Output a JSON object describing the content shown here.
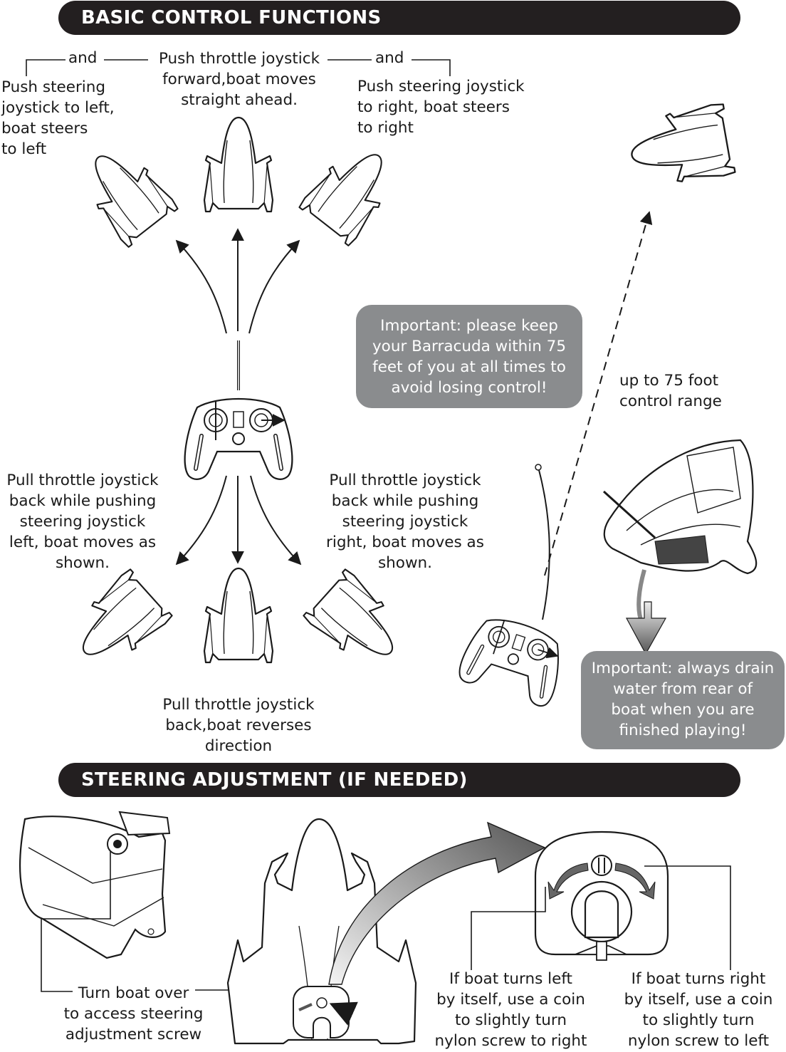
{
  "section1": {
    "title": "BASIC CONTROL FUNCTIONS",
    "and_left": "and",
    "and_right": "and",
    "forward": "Push throttle joystick\nforward,boat moves\nstraight ahead.",
    "steer_left": "Push steering\njoystick to left,\nboat steers\nto left",
    "steer_right": "Push steering joystick\nto right, boat steers\nto right",
    "back_left": "Pull throttle joystick\nback while pushing\nsteering joystick\nleft, boat moves as\nshown.",
    "back_right": "Pull throttle joystick\nback while pushing\nsteering joystick\nright, boat moves as\nshown.",
    "reverse": "Pull throttle joystick\nback,boat reverses\ndirection",
    "range": "up to 75 foot\ncontrol range",
    "note_range": "Important: please keep\nyour Barracuda within 75\nfeet of you at all times to\navoid losing control!",
    "note_drain": "Important: always drain\nwater from rear of\nboat when you are\nfinished playing!"
  },
  "section2": {
    "title": "STEERING ADJUSTMENT (IF NEEDED)",
    "turn_over": "Turn boat over\nto access steering\nadjustment screw",
    "turns_left": "If boat turns left\nby itself, use a coin\nto slightly turn\nnylon screw to right",
    "turns_right": "If boat turns right\nby itself, use a coin\nto slightly turn\nnylon screw to left"
  },
  "colors": {
    "header_bg": "#231f20",
    "note_bg": "#8a8c8e",
    "line": "#1a1a1a"
  }
}
